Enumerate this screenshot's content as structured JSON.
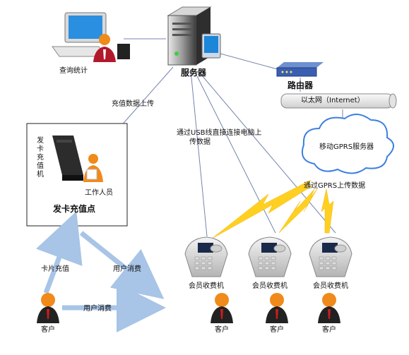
{
  "labels": {
    "query_stats": "查询统计",
    "server": "服务器",
    "router": "路由器",
    "ethernet": "以太网（Internet）",
    "gprs_server": "移动GPRS服务器",
    "upload_recharge": "充值数据上传",
    "usb_upload_line1": "通过USB线直接连接电脑上",
    "usb_upload_line2": "传数据",
    "gprs_upload": "通过GPRS上传数据",
    "card_machine": "发卡充值机",
    "staff": "工作人员",
    "issuing_point": "发卡充值点",
    "card_recharge": "卡片充值",
    "user_consume_1": "用户消费",
    "user_consume_2": "用户消费",
    "customer": "客户",
    "member_terminal": "会员收费机"
  },
  "colors": {
    "line": "#7484b0",
    "lightning": "#ffd021",
    "arrow": "#a8c4e6",
    "router": "#3a5fb0",
    "person_head": "#f08a1a",
    "person_tie": "#c81e1e"
  },
  "icons": [
    "computer-user-icon",
    "server-icon",
    "router-icon",
    "network-bar",
    "cloud-icon",
    "card-machine-icon",
    "staff-icon",
    "pos-terminal-icon",
    "customer-icon",
    "lightning-icon"
  ]
}
